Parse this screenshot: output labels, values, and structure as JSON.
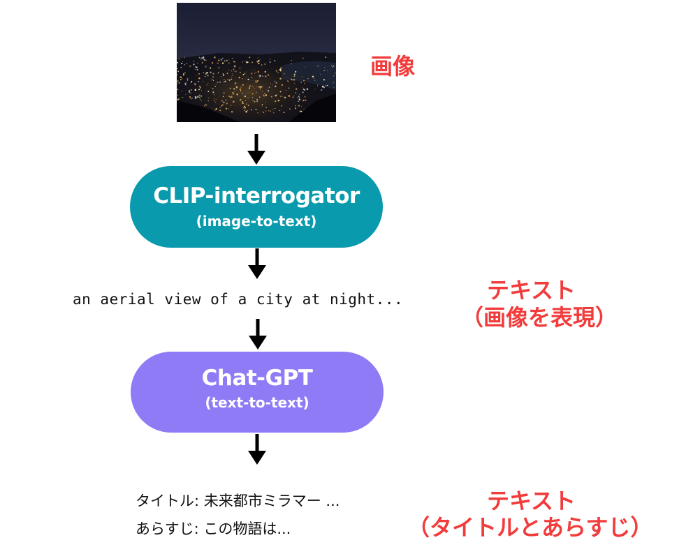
{
  "image_label": "画像",
  "nodes": {
    "clip": {
      "title": "CLIP-interrogator",
      "subtitle": "(image-to-text)",
      "color": "#0a9aad"
    },
    "gpt": {
      "title": "Chat-GPT",
      "subtitle": "(text-to-text)",
      "color": "#8f7bf6"
    }
  },
  "intermediate": {
    "caption": "an aerial view of a city at night...",
    "label": "テキスト",
    "sublabel": "（画像を表現）"
  },
  "output": {
    "line1": "タイトル: 未来都市ミラマー ...",
    "line2": "あらすじ: この物語は...",
    "label": "テキスト",
    "sublabel": "（タイトルとあらすじ）"
  },
  "colors": {
    "label_red": "#f23b3b",
    "arrow": "#000000"
  }
}
